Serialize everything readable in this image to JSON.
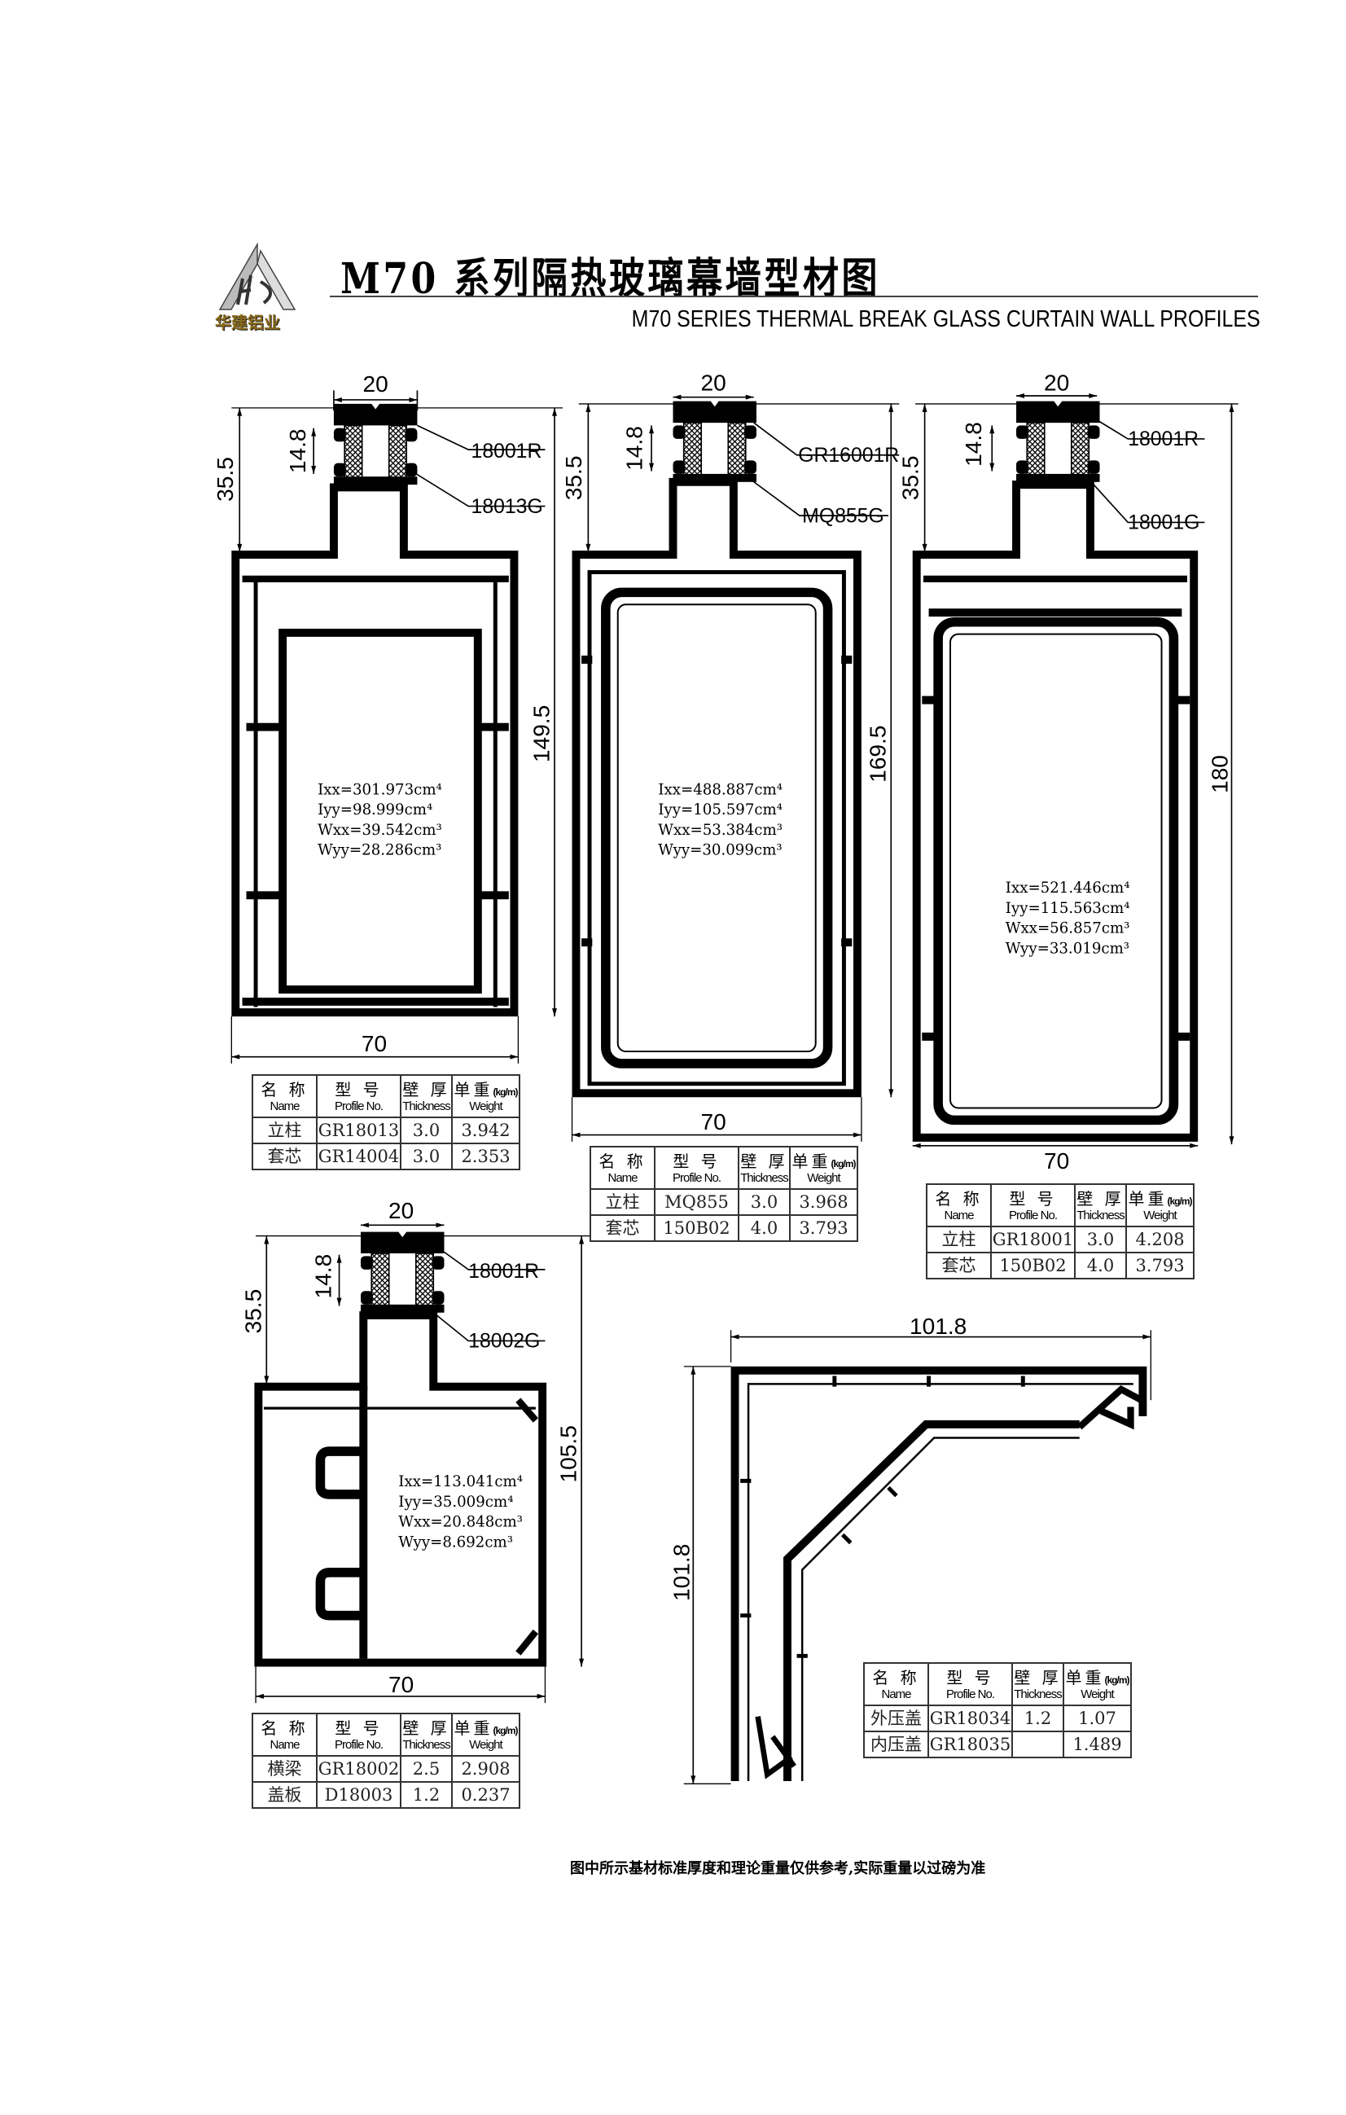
{
  "header": {
    "logo_text": "华建铝业",
    "title": "M70 系列隔热玻璃幕墙型材图",
    "subtitle": "M70  SERIES THERMAL BREAK GLASS CURTAIN WALL PROFILES"
  },
  "table_headers": {
    "name_cn": "名 称",
    "name_en": "Name",
    "profile_cn": "型 号",
    "profile_en": "Profile No.",
    "thick_cn": "壁 厚",
    "thick_en": "Thickness",
    "weight_cn": "单重",
    "weight_unit": "(kg/m)",
    "weight_en": "Weight"
  },
  "profiles": [
    {
      "dims": {
        "top": "20",
        "gasket": "14.8",
        "stem": "35.5",
        "height": "149.5",
        "width": "70"
      },
      "labels": [
        "18001R",
        "18013G"
      ],
      "props": [
        "Ixx=301.973cm⁴",
        "Iyy=98.999cm⁴",
        "Wxx=39.542cm³",
        "Wyy=28.286cm³"
      ],
      "rows": [
        {
          "name": "立柱",
          "profile": "GR18013",
          "thickness": "3.0",
          "weight": "3.942"
        },
        {
          "name": "套芯",
          "profile": "GR14004",
          "thickness": "3.0",
          "weight": "2.353"
        }
      ]
    },
    {
      "dims": {
        "top": "20",
        "gasket": "14.8",
        "stem": "35.5",
        "height": "169.5",
        "width": "70"
      },
      "labels": [
        "GR16001R",
        "MQ855G"
      ],
      "props": [
        "Ixx=488.887cm⁴",
        "Iyy=105.597cm⁴",
        "Wxx=53.384cm³",
        "Wyy=30.099cm³"
      ],
      "rows": [
        {
          "name": "立柱",
          "profile": "MQ855",
          "thickness": "3.0",
          "weight": "3.968"
        },
        {
          "name": "套芯",
          "profile": "150B02",
          "thickness": "4.0",
          "weight": "3.793"
        }
      ]
    },
    {
      "dims": {
        "top": "20",
        "gasket": "14.8",
        "stem": "35.5",
        "height": "180",
        "width": "70"
      },
      "labels": [
        "18001R",
        "18001G"
      ],
      "props": [
        "Ixx=521.446cm⁴",
        "Iyy=115.563cm⁴",
        "Wxx=56.857cm³",
        "Wyy=33.019cm³"
      ],
      "rows": [
        {
          "name": "立柱",
          "profile": "GR18001",
          "thickness": "3.0",
          "weight": "4.208"
        },
        {
          "name": "套芯",
          "profile": "150B02",
          "thickness": "4.0",
          "weight": "3.793"
        }
      ]
    },
    {
      "dims": {
        "top": "20",
        "gasket": "14.8",
        "stem": "35.5",
        "height": "105.5",
        "width": "70"
      },
      "labels": [
        "18001R",
        "18002G"
      ],
      "props": [
        "Ixx=113.041cm⁴",
        "Iyy=35.009cm⁴",
        "Wxx=20.848cm³",
        "Wyy=8.692cm³"
      ],
      "rows": [
        {
          "name": "横梁",
          "profile": "GR18002",
          "thickness": "2.5",
          "weight": "2.908"
        },
        {
          "name": "盖板",
          "profile": "D18003",
          "thickness": "1.2",
          "weight": "0.237"
        }
      ]
    },
    {
      "dims": {
        "width": "101.8",
        "height": "101.8"
      },
      "rows": [
        {
          "name": "外压盖",
          "profile": "GR18034",
          "thickness": "1.2",
          "weight": "1.07"
        },
        {
          "name": "内压盖",
          "profile": "GR18035",
          "thickness": "",
          "weight": "1.489"
        }
      ]
    }
  ],
  "footer": "图中所示基材标准厚度和理论重量仅供参考,实际重量以过磅为准"
}
